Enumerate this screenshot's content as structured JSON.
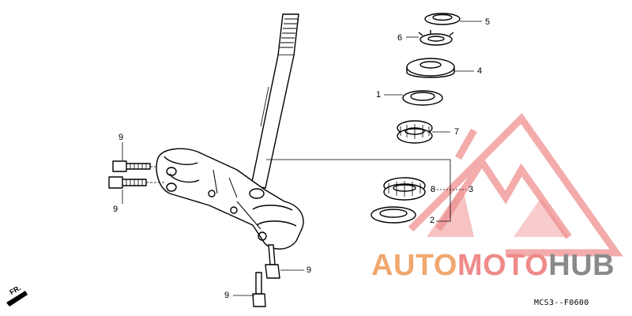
{
  "diagram": {
    "part_callouts": [
      {
        "id": "5",
        "label": "5"
      },
      {
        "id": "6",
        "label": "6"
      },
      {
        "id": "4",
        "label": "4"
      },
      {
        "id": "1",
        "label": "1"
      },
      {
        "id": "7",
        "label": "7"
      },
      {
        "id": "8",
        "label": "8"
      },
      {
        "id": "3",
        "label": "3"
      },
      {
        "id": "2",
        "label": "2"
      },
      {
        "id": "9a",
        "label": "9"
      },
      {
        "id": "9b",
        "label": "9"
      },
      {
        "id": "9c",
        "label": "9"
      },
      {
        "id": "9d",
        "label": "9"
      }
    ],
    "direction_label": "FR.",
    "diagram_code": "MCS3--F0600"
  },
  "watermark": {
    "text_part1": "AUTO",
    "text_part2": "MOTO",
    "text_part3": "HUB",
    "colors": {
      "auto": "#f0a870",
      "moto": "#ef8a8a",
      "hub": "#8a8a8a",
      "logo": "#ef7f7f"
    }
  }
}
